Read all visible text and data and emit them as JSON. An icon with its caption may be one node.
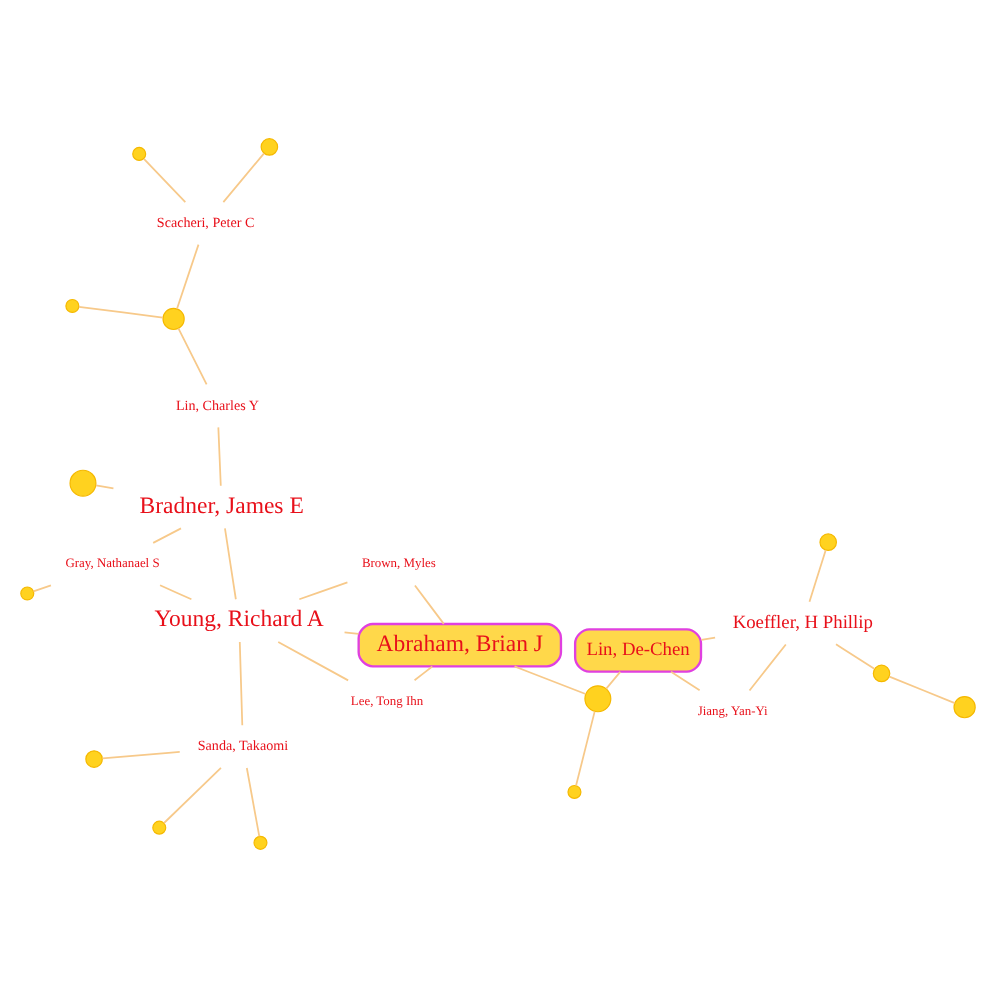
{
  "diagram": {
    "nodes": [
      {
        "text": [
          "Koeffler, H Phillip"
        ]
      },
      {
        "text": [
          "Jiang, Yan-Yi"
        ]
      },
      {
        "text": [
          "Lin, De-Chen"
        ]
      },
      {
        "text": [
          "Abraham, Brian J"
        ]
      },
      {
        "text": [
          "Brown, Myles"
        ]
      },
      {
        "text": [
          "Gray, Nathanael S"
        ]
      },
      {
        "text": [
          "Lee, Tong Ihn"
        ]
      },
      {
        "text": [
          "Young, Richard A"
        ]
      },
      {
        "text": [
          "Bradner, James E"
        ]
      },
      {
        "text": [
          "Sanda, Takaomi"
        ]
      },
      {
        "text": [
          "Lin, Charles Y"
        ]
      },
      {
        "text": [
          "Scacheri, Peter C"
        ]
      },
      {
        "text": [],
        "shape": "circle"
      },
      {
        "text": [],
        "shape": "circle"
      },
      {
        "text": [],
        "shape": "circle"
      },
      {
        "text": [],
        "shape": "circle"
      },
      {
        "text": [],
        "shape": "circle"
      },
      {
        "text": [],
        "shape": "circle"
      },
      {
        "text": [],
        "shape": "circle"
      },
      {
        "text": [],
        "shape": "circle"
      },
      {
        "text": [],
        "shape": "circle"
      },
      {
        "text": [],
        "shape": "circle"
      },
      {
        "text": [],
        "shape": "circle"
      },
      {
        "text": [],
        "shape": "circle"
      },
      {
        "text": [],
        "shape": "circle"
      },
      {
        "text": [],
        "shape": "circle"
      }
    ],
    "edges": [
      {
        "from": 12,
        "to": 13,
        "arrow": "none"
      },
      {
        "from": 13,
        "to": 0,
        "arrow": "none"
      },
      {
        "from": 0,
        "to": 1,
        "arrow": "none"
      },
      {
        "from": 1,
        "to": 2,
        "arrow": "none"
      },
      {
        "from": 0,
        "to": 2,
        "arrow": "none"
      },
      {
        "from": 14,
        "to": 0,
        "arrow": "none"
      },
      {
        "from": 2,
        "to": 15,
        "arrow": "none"
      },
      {
        "from": 15,
        "to": 3,
        "arrow": "none"
      },
      {
        "from": 16,
        "to": 15,
        "arrow": "none"
      },
      {
        "from": 3,
        "to": 4,
        "arrow": "none"
      },
      {
        "from": 3,
        "to": 6,
        "arrow": "none"
      },
      {
        "from": 3,
        "to": 7,
        "arrow": "none"
      },
      {
        "from": 4,
        "to": 7,
        "arrow": "none"
      },
      {
        "from": 6,
        "to": 7,
        "arrow": "none"
      },
      {
        "from": 5,
        "to": 7,
        "arrow": "none"
      },
      {
        "from": 5,
        "to": 8,
        "arrow": "none"
      },
      {
        "from": 17,
        "to": 5,
        "arrow": "none"
      },
      {
        "from": 7,
        "to": 8,
        "arrow": "none"
      },
      {
        "from": 7,
        "to": 9,
        "arrow": "none"
      },
      {
        "from": 9,
        "to": 18,
        "arrow": "none"
      },
      {
        "from": 19,
        "to": 9,
        "arrow": "none"
      },
      {
        "from": 8,
        "to": 10,
        "arrow": "none"
      },
      {
        "from": 8,
        "to": 20,
        "arrow": "none"
      },
      {
        "from": 10,
        "to": 21,
        "arrow": "none"
      },
      {
        "from": 21,
        "to": 11,
        "arrow": "none"
      },
      {
        "from": 11,
        "to": 22,
        "arrow": "none"
      },
      {
        "from": 11,
        "to": 23,
        "arrow": "none"
      },
      {
        "from": 21,
        "to": 24,
        "arrow": "none"
      },
      {
        "from": 9,
        "to": 25,
        "arrow": "none"
      }
    ]
  }
}
